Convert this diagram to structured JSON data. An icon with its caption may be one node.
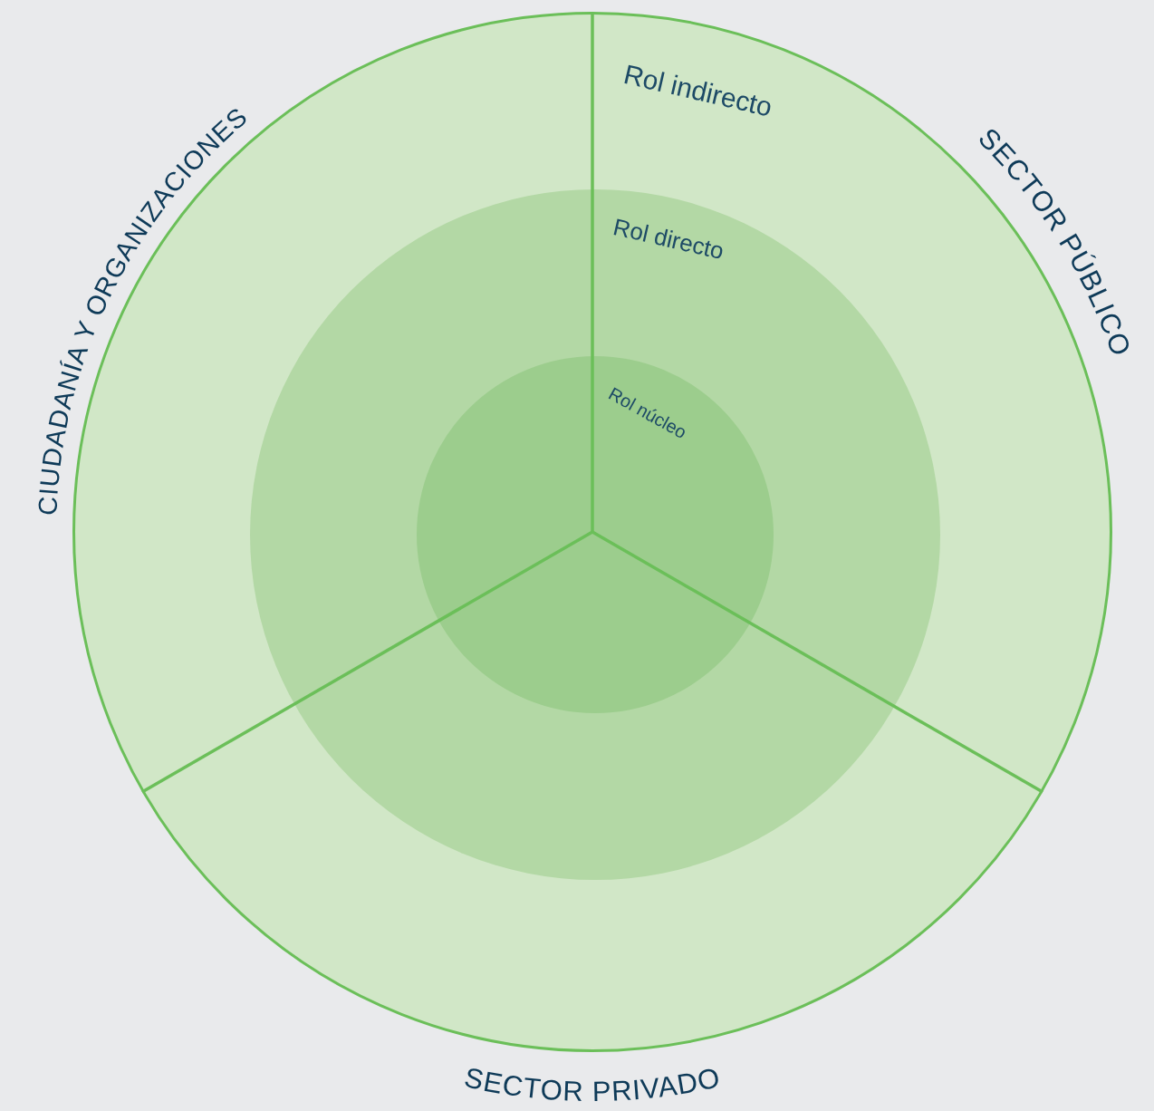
{
  "diagram": {
    "nodes": [
      {
        "text": [
          "Rol indirecto"
        ]
      },
      {
        "text": [
          "Rol directo"
        ],
        "in": 0
      },
      {
        "text": [
          "Rol núcleo"
        ],
        "in": 1
      }
    ],
    "labels": [
      "CIUDADANÍA Y ORGANIZACIONES",
      "SECTOR PÚBLICO",
      "SECTOR PRIVADO"
    ]
  }
}
